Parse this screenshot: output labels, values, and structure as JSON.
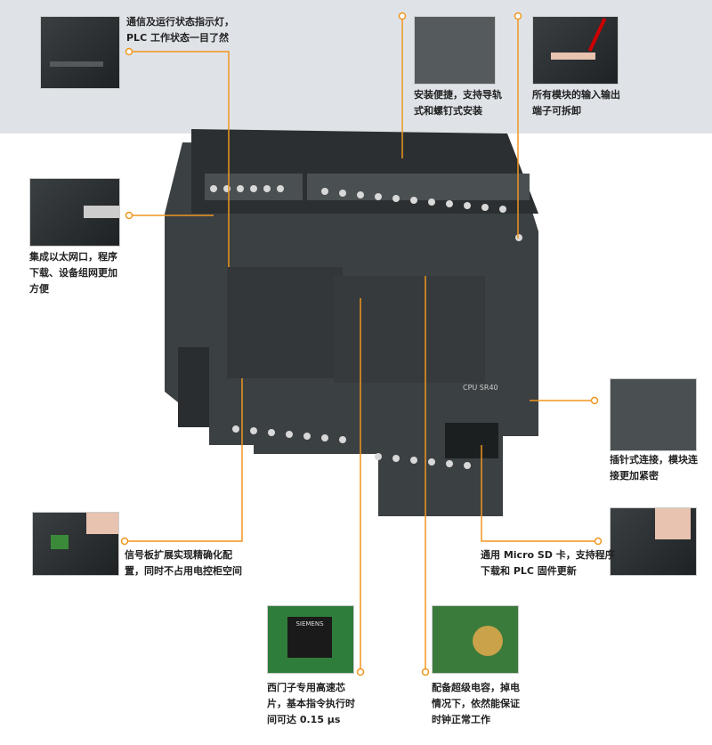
{
  "captions": {
    "status_leds": [
      "通信及运行状态指示灯，",
      "PLC 工作状态一目了然"
    ],
    "mounting": [
      "安装便捷，支持导轨",
      "式和螺钉式安装"
    ],
    "terminals": [
      "所有模块的输入输出",
      "端子可拆卸"
    ],
    "ethernet": [
      "集成以太网口，程序",
      "下载、设备组网更加",
      "方便"
    ],
    "plug_connection": [
      "插针式连接，模块连",
      "接更加紧密"
    ],
    "signal_board": [
      "信号板扩展实现精确化配",
      "置，同时不占用电控柜空间"
    ],
    "micro_sd": [
      "通用 Micro SD 卡，支持程序",
      "下载和 PLC 固件更新"
    ],
    "chip": [
      "西门子专用高速芯",
      "片，基本指令执行时",
      "间可达 0.15 μs"
    ],
    "supercap": [
      "配备超级电容，掉电",
      "情况下，依然能保证",
      "时钟正常工作"
    ]
  },
  "product": {
    "model_label": "CPU SR40",
    "chip_brand": "SIEMENS"
  },
  "colors": {
    "accent": "#f0961e",
    "top_band": "#dfe3e8",
    "device": "#3b4043"
  }
}
